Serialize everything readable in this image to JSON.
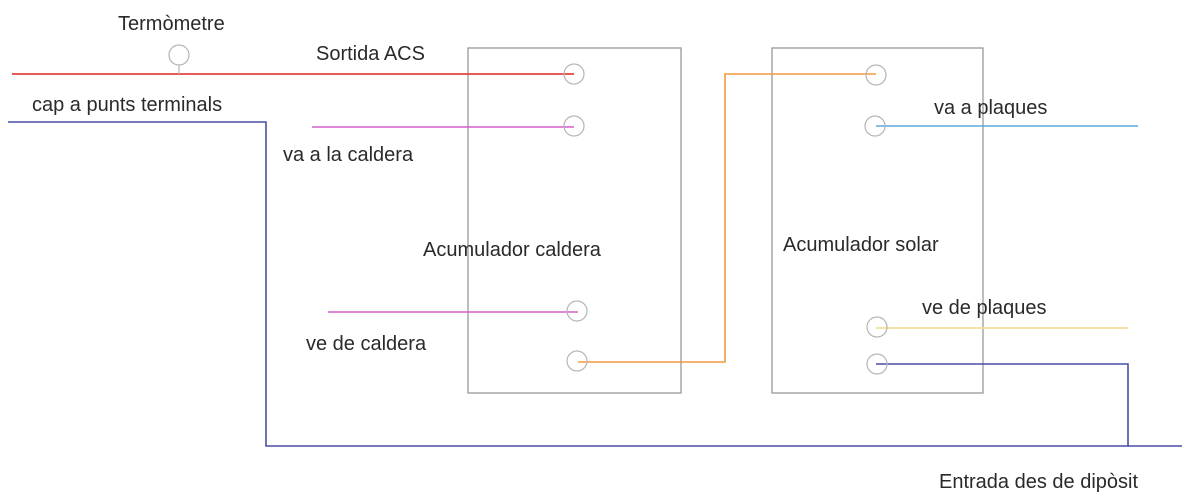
{
  "labels": {
    "thermometer": "Termòmetre",
    "hot_water_out": "Sortida ACS",
    "to_terminals": "cap a punts terminals",
    "to_boiler": "va a la caldera",
    "boiler_tank": "Acumulador caldera",
    "from_boiler": "ve de caldera",
    "solar_tank": "Acumulador solar",
    "to_panels": "va a plaques",
    "from_panels": "ve de plaques",
    "tank_inlet": "Entrada des de dipòsit"
  },
  "colors": {
    "hot_water": "#e8423f",
    "cold_water": "#4a4fa3",
    "boiler_loop": "#d65fc9",
    "transfer": "#f09a3e",
    "panel_out": "#5fa8e0",
    "panel_in": "#f2dc8a",
    "tank_outline": "#999999",
    "connector": "#b5b5b5"
  }
}
